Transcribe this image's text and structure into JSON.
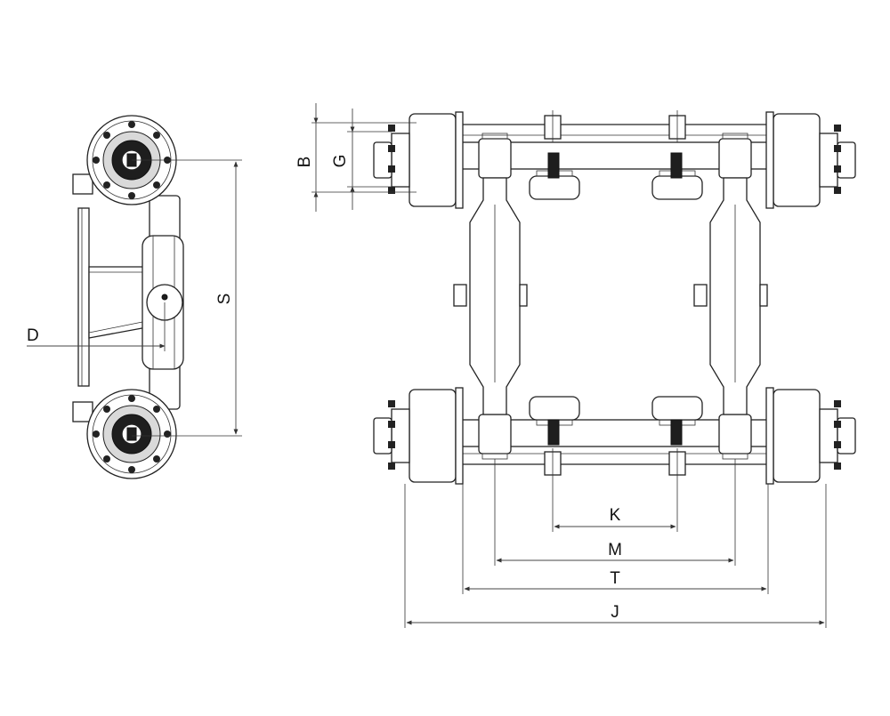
{
  "dimension_labels": {
    "d": "D",
    "s": "S",
    "b": "B",
    "g": "G",
    "k": "K",
    "m": "M",
    "t": "T",
    "j": "J"
  }
}
